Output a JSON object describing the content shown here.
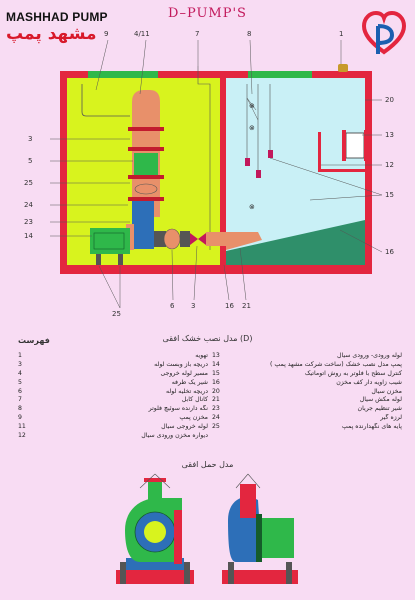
{
  "header": {
    "brand_en": "MASHHAD PUMP",
    "brand_fa": "مشهد پمپ",
    "title": "D–PUMP'S"
  },
  "callouts": {
    "top": [
      "9",
      "4/11",
      "7",
      "8",
      "1"
    ],
    "left": [
      "3",
      "5",
      "25",
      "24",
      "23",
      "14"
    ],
    "right": [
      "20",
      "13",
      "12",
      "15",
      "16"
    ],
    "bottom": [
      "25",
      "6",
      "3",
      "16",
      "21"
    ]
  },
  "captions": {
    "installation_model": "مدل نصب خشک افقی (D)",
    "legend_title": "فهرست",
    "transport_model": "مدل حمل افقی"
  },
  "legend_right": [
    {
      "num": "1",
      "text": "تهویه"
    },
    {
      "num": "3",
      "text": "دریچه باز وبست لوله"
    },
    {
      "num": "4",
      "text": "مسیر لوله خروجی"
    },
    {
      "num": "5",
      "text": "شیر یک طرفه"
    },
    {
      "num": "6",
      "text": "دریچه تخلیه لوله"
    },
    {
      "num": "7",
      "text": "کانال کابل"
    },
    {
      "num": "8",
      "text": "نگه دارنده سوئیچ فلوتر"
    },
    {
      "num": "9",
      "text": "مخزن پمپ"
    },
    {
      "num": "11",
      "text": "لوله خروجی سیال"
    },
    {
      "num": "12",
      "text": "دیواره مخزن ورودی سیال"
    }
  ],
  "legend_left": [
    {
      "num": "13",
      "text": "لوله ورودی- ورودی سیال"
    },
    {
      "num": "14",
      "text": "پمپ مدل نصب خشک (ساخت شرکت مشهد پمپ )"
    },
    {
      "num": "15",
      "text": "کنترل سطح با فلوتر به روش اتوماتیک"
    },
    {
      "num": "16",
      "text": "شیب زاویه دار کف مخزن"
    },
    {
      "num": "20",
      "text": "مخزن سیال"
    },
    {
      "num": "21",
      "text": "لوله مکش سیال"
    },
    {
      "num": "23",
      "text": "شیر تنظیم جریان"
    },
    {
      "num": "24",
      "text": "لرزه گیر"
    },
    {
      "num": "25",
      "text": "پایه های نگهدارنده پمپ"
    }
  ],
  "colors": {
    "background": "#f8dcf3",
    "frame": "#e3263f",
    "pump_tank": "#d8f31e",
    "fluid_tank": "#c9f0f6",
    "sediment": "#2f8f6a",
    "pipe": "#e8906a",
    "lid": "#2fb84a",
    "title": "#c2185b",
    "brand_fa": "#d8192a"
  },
  "icons": {
    "logo": "mashhad-pump-logo-icon",
    "vent": "vent-icon",
    "float_switch": "float-switch-icon"
  }
}
